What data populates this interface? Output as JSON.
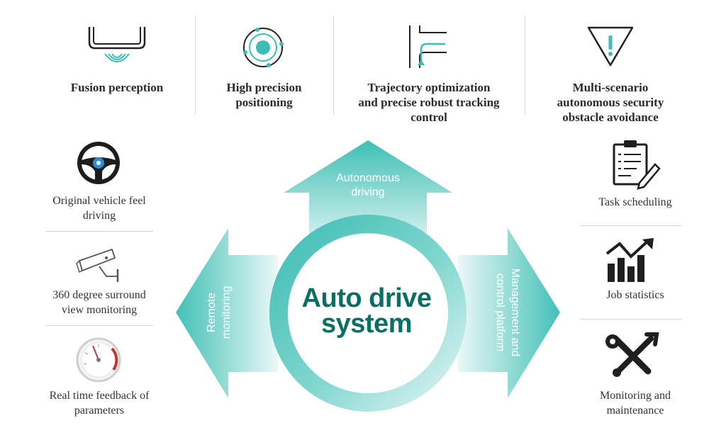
{
  "top_features": [
    {
      "label": "Fusion perception",
      "icon": "fusion-perception-icon"
    },
    {
      "label": "High precision positioning",
      "icon": "positioning-icon"
    },
    {
      "label": "Trajectory optimization and precise  robust tracking control",
      "icon": "trajectory-icon"
    },
    {
      "label": "Multi-scenario autonomous security obstacle avoidance",
      "icon": "warning-icon"
    }
  ],
  "left_items": [
    {
      "label": "Original vehicle feel driving",
      "icon": "steering-wheel-icon"
    },
    {
      "label": "360 degree surround view monitoring",
      "icon": "surveillance-camera-icon"
    },
    {
      "label": "Real time feedback of parameters",
      "icon": "gauge-icon"
    }
  ],
  "right_items": [
    {
      "label": "Task scheduling",
      "icon": "clipboard-icon"
    },
    {
      "label": "Job statistics",
      "icon": "bar-chart-icon"
    },
    {
      "label": "Monitoring and maintenance",
      "icon": "tools-icon"
    }
  ],
  "center": {
    "line1": "Auto drive",
    "line2": "system"
  },
  "arrows": {
    "up": [
      "Autonomous",
      "driving"
    ],
    "left": [
      "Remote",
      "monitoring"
    ],
    "right": [
      "Management and",
      "control platform"
    ]
  },
  "colors": {
    "accent": "#3cbdb4",
    "accent_dark": "#0b6e62",
    "icon_dark": "#1f1f1f"
  }
}
